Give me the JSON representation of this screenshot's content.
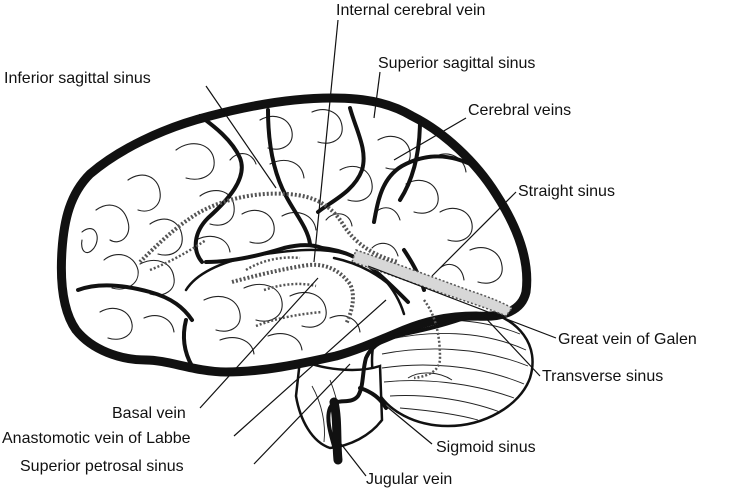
{
  "labels": {
    "internal_cerebral_vein": "Internal cerebral vein",
    "superior_sagittal_sinus": "Superior sagittal sinus",
    "inferior_sagittal_sinus": "Inferior sagittal sinus",
    "cerebral_veins": "Cerebral veins",
    "straight_sinus": "Straight sinus",
    "great_vein_of_galen": "Great vein of Galen",
    "transverse_sinus": "Transverse sinus",
    "basal_vein": "Basal vein",
    "anastomotic_vein_of_labbe": "Anastomotic vein of Labbe",
    "sigmoid_sinus": "Sigmoid sinus",
    "superior_petrosal_sinus": "Superior petrosal sinus",
    "jugular_vein": "Jugular vein"
  }
}
